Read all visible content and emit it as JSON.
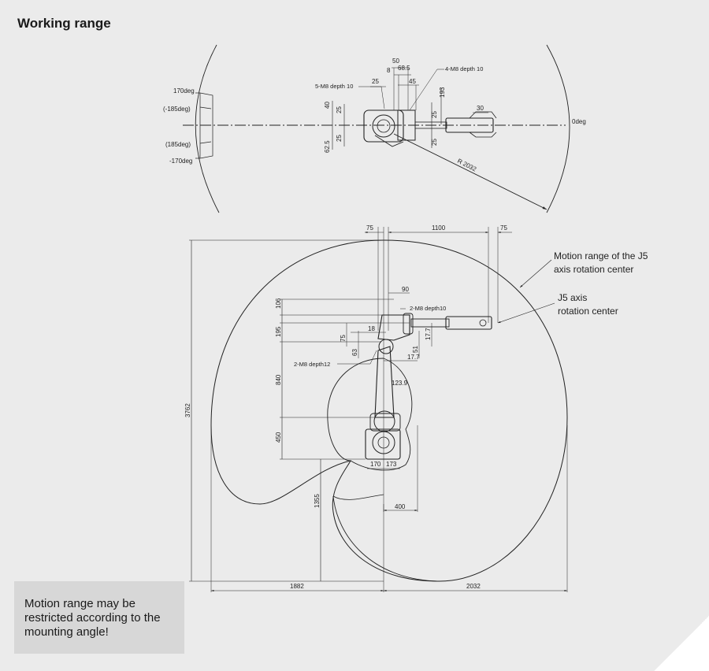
{
  "title": "Working range",
  "note": "Motion range may be restricted according to the mounting angle!",
  "top_view": {
    "angles": {
      "a170": "170deg",
      "am185": "(-185deg)",
      "a185": "(185deg)",
      "am170": "-170deg",
      "a0": "0deg"
    },
    "dims": {
      "d50": "50",
      "d8": "8",
      "d68_5": "68.5",
      "d25a": "25",
      "d45": "45",
      "d4m8": "4-M8 depth 10",
      "d5m8": "5-M8 depth 10",
      "d193": "193",
      "d40": "40",
      "d25b": "25",
      "d25c": "25",
      "d62_5": "62.5",
      "d25d": "25",
      "d25e": "25",
      "d30": "30",
      "radius": "R 2032"
    }
  },
  "side_view": {
    "dims": {
      "d75a": "75",
      "d1100": "1100",
      "d75b": "75",
      "d90": "90",
      "d2m8_10": "2-M8 depth10",
      "d106": "106",
      "d195": "195",
      "d18": "18",
      "d75c": "75",
      "d63": "63",
      "d51": "51",
      "d17_7v": "17.7",
      "d17_7h": "17.7",
      "d2m8_12": "2-M8 depth12",
      "d123_9": "123.9",
      "d840": "840",
      "d450": "450",
      "d170": "170",
      "d173": "173",
      "d1355": "1355",
      "d400": "400",
      "d3762": "3762",
      "d1882": "1882",
      "d2032": "2032"
    },
    "callouts": {
      "j5_range": [
        "Motion range of the J5",
        "axis rotation center"
      ],
      "j5_center": [
        "J5 axis",
        "rotation center"
      ]
    }
  }
}
